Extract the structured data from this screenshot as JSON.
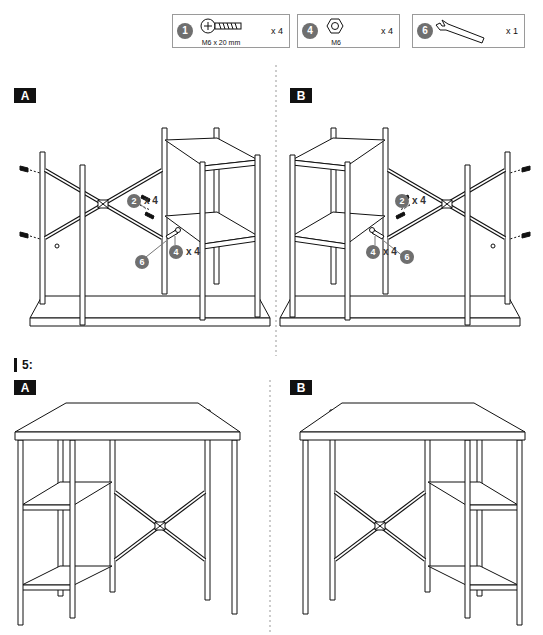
{
  "diagram": {
    "nodes": [
      {
        "text": [
          "1",
          "M6 x 20 mm",
          "x 4"
        ]
      },
      {
        "text": [
          "4",
          "M6",
          "x 4"
        ]
      },
      {
        "text": [
          "6",
          "x 1"
        ]
      },
      {
        "text": [
          "A"
        ]
      },
      {
        "text": [
          "2"
        ]
      },
      {
        "text": [
          "4"
        ]
      },
      {
        "text": [
          "6"
        ]
      },
      {
        "text": [
          "B"
        ]
      },
      {
        "text": [
          "2"
        ]
      },
      {
        "text": [
          "4"
        ]
      },
      {
        "text": [
          "6"
        ]
      },
      {
        "text": [
          "A"
        ]
      },
      {
        "text": [
          "B"
        ]
      }
    ],
    "labels": [
      "x 4",
      "x 4",
      "x 4",
      "x 4",
      "5:"
    ]
  }
}
